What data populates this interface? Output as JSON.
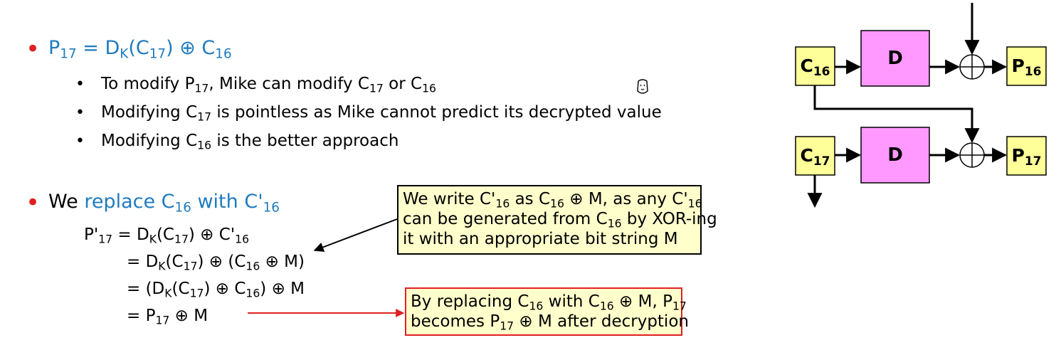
{
  "bullet1": {
    "P": "P",
    "P_sub": "17",
    "eq": " = D",
    "K": "K",
    "paren_open": "(C",
    "C17": "17",
    "paren_close": ") ⊕ C",
    "C16": "16"
  },
  "sub1": {
    "a": "To modify P",
    "a_sub": "17",
    "b": ", Mike can modify C",
    "b_sub": "17",
    "c": " or C",
    "c_sub": "16"
  },
  "sub2": {
    "a": "Modifying C",
    "a_sub": "17",
    "b": " is pointless as Mike cannot predict its decrypted value"
  },
  "sub3": {
    "a": "Modifying C",
    "a_sub": "16",
    "b": " is the better approach"
  },
  "bullet2": {
    "a": "We ",
    "b": "replace C",
    "b_sub": "16",
    "c": " with C'",
    "c_sub": "16"
  },
  "eq1": {
    "a": "P'",
    "a_sub": "17",
    "b": " = D",
    "b_sub": "K",
    "c": "(C",
    "c_sub": "17",
    "d": ") ⊕ C'",
    "d_sub": "16"
  },
  "eq2": {
    "a": "= D",
    "a_sub": "K",
    "b": "(C",
    "b_sub": "17",
    "c": ") ⊕ (C",
    "c_sub": "16",
    "d": " ⊕ M)"
  },
  "eq3": {
    "a": "= (D",
    "a_sub": "K",
    "b": "(C",
    "b_sub": "17",
    "c": ") ⊕ C",
    "c_sub": "16",
    "d": ") ⊕ M"
  },
  "eq4": {
    "a": "= P",
    "a_sub": "17",
    "b": " ⊕ M"
  },
  "callout1": {
    "l1a": "We write C'",
    "l1a_sub": "16",
    "l1b": " as C",
    "l1b_sub": "16",
    "l1c": " ⊕ M, as any C'",
    "l1c_sub": "16",
    "l2a": "can be generated from C",
    "l2a_sub": "16",
    "l2b": " by XOR-ing",
    "l3": "it with an appropriate bit string M"
  },
  "callout2": {
    "l1a": "By replacing C",
    "l1a_sub": "16",
    "l1b": " with C",
    "l1b_sub": "16",
    "l1c": " ⊕ M, P",
    "l1c_sub": "17",
    "l2a": "becomes P",
    "l2a_sub": "17",
    "l2b": " ⊕ M after decryption"
  },
  "diagram": {
    "c16": "C",
    "c16_sub": "16",
    "c17": "C",
    "c17_sub": "17",
    "d1": "D",
    "d2": "D",
    "p16": "P",
    "p16_sub": "16",
    "p17": "P",
    "p17_sub": "17"
  },
  "colors": {
    "blue_text": "#1f7bbf",
    "bullet_red": "#e02020",
    "cipher_box": "#ffff99",
    "decrypt_box": "#ff99ff",
    "callout_bg": "#ffffcc",
    "callout2_border": "#e02020"
  }
}
